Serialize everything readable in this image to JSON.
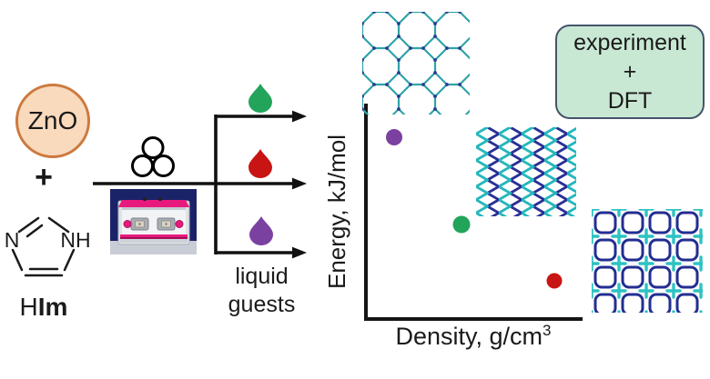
{
  "reactants": {
    "oxide_label": "ZnO",
    "plus_sign": "+",
    "oxide_circle_fill": "#f9dabd",
    "oxide_circle_border": "#cc7a3e",
    "ligand": {
      "n_label": "N",
      "nh_label": "NH",
      "name_normal": "H",
      "name_bold": "Im"
    }
  },
  "milling": {
    "balls_icon": "three-grinding-balls-icon",
    "mill_photo": "ball-mill-photo",
    "mill_accent_color": "#e8197d"
  },
  "guests": {
    "caption_line1": "liquid",
    "caption_line2": "guests",
    "drops": [
      {
        "name": "green-drop",
        "color": "#22a45b"
      },
      {
        "name": "red-drop",
        "color": "#c91414"
      },
      {
        "name": "purple-drop",
        "color": "#7b41a1"
      }
    ]
  },
  "plot": {
    "ylabel": "Energy, kJ/mol",
    "xlabel_base": "Density, g/cm",
    "xlabel_superscript": "3"
  },
  "chart_data": {
    "type": "scatter",
    "xlabel": "Density, g/cm³",
    "ylabel": "Energy, kJ/mol",
    "axes_have_ticks": false,
    "points": [
      {
        "name": "purple-point",
        "color": "#7b41a1",
        "x_frac": 0.14,
        "y_frac": 0.84,
        "adjacent_structure": "open-porous-framework"
      },
      {
        "name": "green-point",
        "color": "#22a45b",
        "x_frac": 0.45,
        "y_frac": 0.44,
        "adjacent_structure": "zigzag-layered-framework"
      },
      {
        "name": "red-point",
        "color": "#c91414",
        "x_frac": 0.87,
        "y_frac": 0.18,
        "adjacent_structure": "dense-square-grid-framework"
      }
    ]
  },
  "structures": {
    "top_color_main": "#2fa3a8",
    "top_color_node": "#2b3a92",
    "middle_color_dark": "#2a2f96",
    "middle_color_teal": "#25b7bc",
    "bottom_color_dark": "#232e91",
    "bottom_color_teal": "#2ec2c2"
  },
  "badge": {
    "line1": "experiment",
    "line2": "+",
    "line3": "DFT",
    "fill": "#c9e8d4",
    "border": "#44546a"
  }
}
